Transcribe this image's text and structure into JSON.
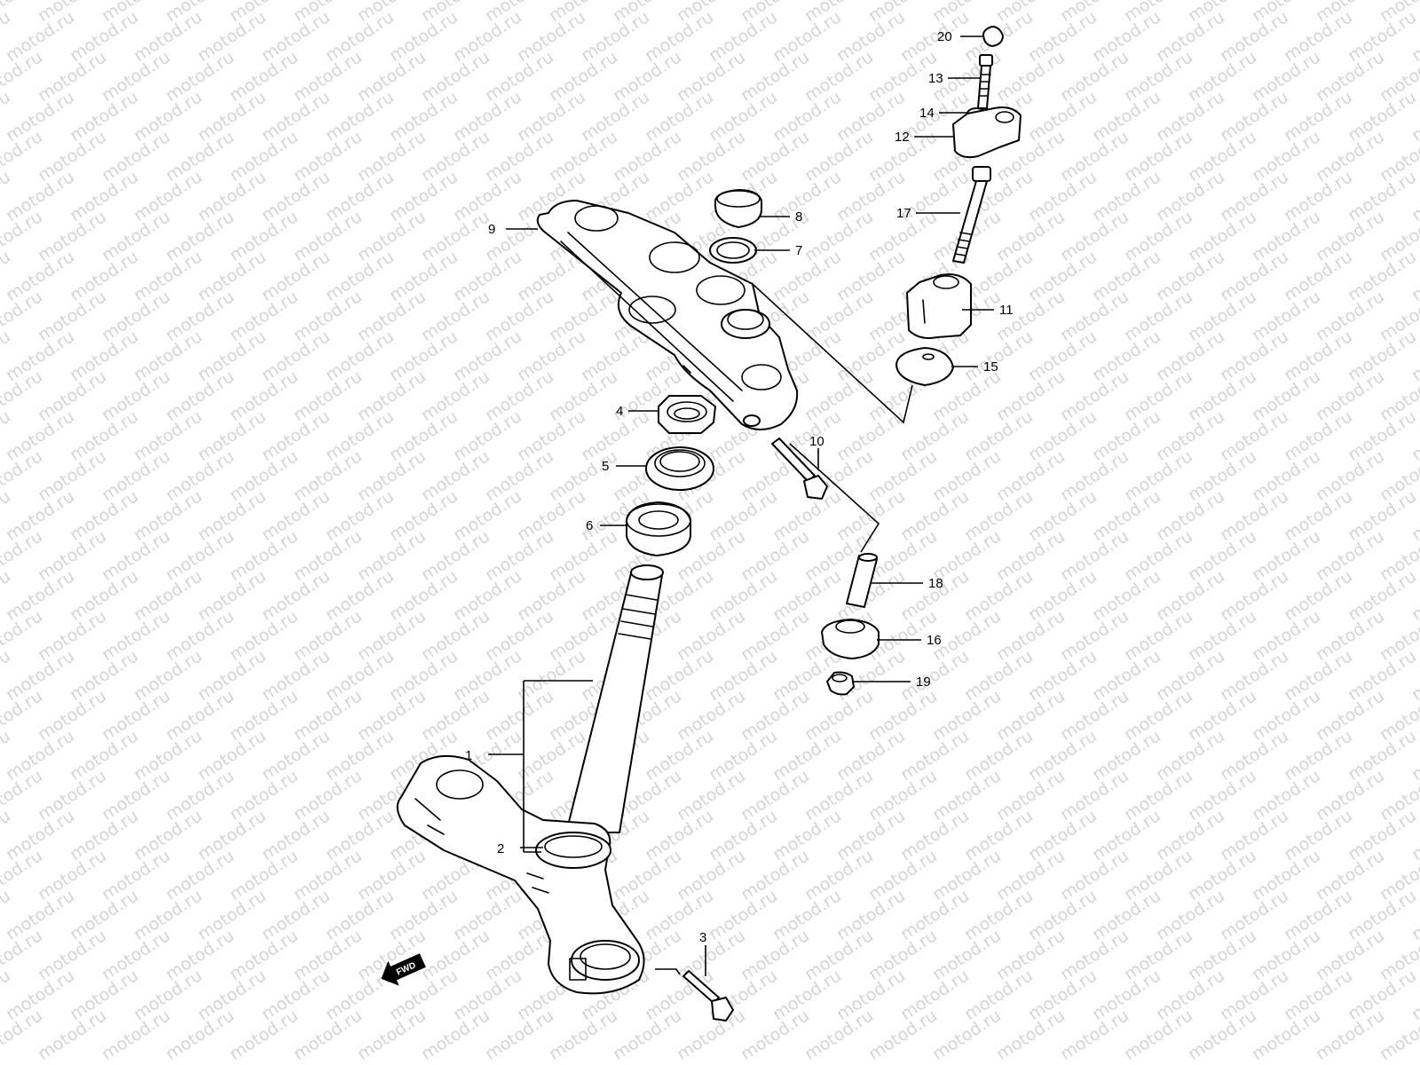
{
  "watermark": {
    "text": "motod.ru"
  },
  "direction_label": "FWD",
  "callouts": [
    {
      "key": "p1",
      "label": "1"
    },
    {
      "key": "p2",
      "label": "2"
    },
    {
      "key": "p3",
      "label": "3"
    },
    {
      "key": "p4",
      "label": "4"
    },
    {
      "key": "p5",
      "label": "5"
    },
    {
      "key": "p6",
      "label": "6"
    },
    {
      "key": "p7",
      "label": "7"
    },
    {
      "key": "p8",
      "label": "8"
    },
    {
      "key": "p9",
      "label": "9"
    },
    {
      "key": "p10",
      "label": "10"
    },
    {
      "key": "p11",
      "label": "11"
    },
    {
      "key": "p12",
      "label": "12"
    },
    {
      "key": "p13",
      "label": "13"
    },
    {
      "key": "p14",
      "label": "14"
    },
    {
      "key": "p15",
      "label": "15"
    },
    {
      "key": "p16",
      "label": "16"
    },
    {
      "key": "p17",
      "label": "17"
    },
    {
      "key": "p18",
      "label": "18"
    },
    {
      "key": "p19",
      "label": "19"
    },
    {
      "key": "p20",
      "label": "20"
    }
  ]
}
